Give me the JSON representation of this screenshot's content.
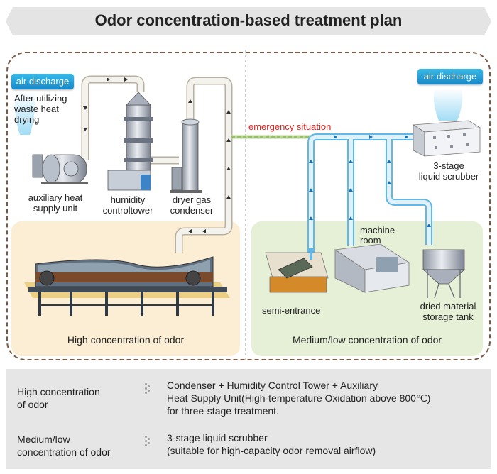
{
  "title": "Odor concentration-based treatment plan",
  "left": {
    "air_discharge": "air discharge",
    "after_util": [
      "After utilizing",
      "waste heat",
      "drying"
    ],
    "aux_heat": [
      "auxiliary heat",
      "supply unit"
    ],
    "humidity": [
      "humidity",
      "controltower"
    ],
    "dryer": [
      "dryer gas",
      "condenser"
    ],
    "zone_label": "High concentration of odor"
  },
  "right": {
    "air_discharge": "air discharge",
    "emergency": "emergency situation",
    "scrubber": [
      "3-stage",
      "liquid scrubber"
    ],
    "machine_room": [
      "machine",
      "room"
    ],
    "semi_entrance": "semi-entrance",
    "dried_tank": [
      "dried material",
      "storage tank"
    ],
    "zone_label": "Medium/low concentration of odor"
  },
  "summary": {
    "rows": [
      {
        "label": [
          "High concentration",
          "of odor"
        ],
        "desc": [
          "Condenser + Humidity Control Tower + Auxiliary",
          "Heat Supply Unit(High-temperature Oxidation above 800℃)",
          "for three-stage treatment."
        ]
      },
      {
        "label": [
          "Medium/low",
          "concentration of odor"
        ],
        "desc": [
          "3-stage liquid scrubber",
          "(suitable for high-capacity odor removal airflow)"
        ]
      }
    ]
  },
  "colors": {
    "high_zone": "#fbeed5",
    "low_zone": "#e6f0d7",
    "dashed_border": "#7a5a45",
    "pipe_fill": "#f2f0ea",
    "blue_pipe": "#6ec3ef",
    "emergency_text": "#e0221c",
    "accent_blue": "#1889c9"
  }
}
